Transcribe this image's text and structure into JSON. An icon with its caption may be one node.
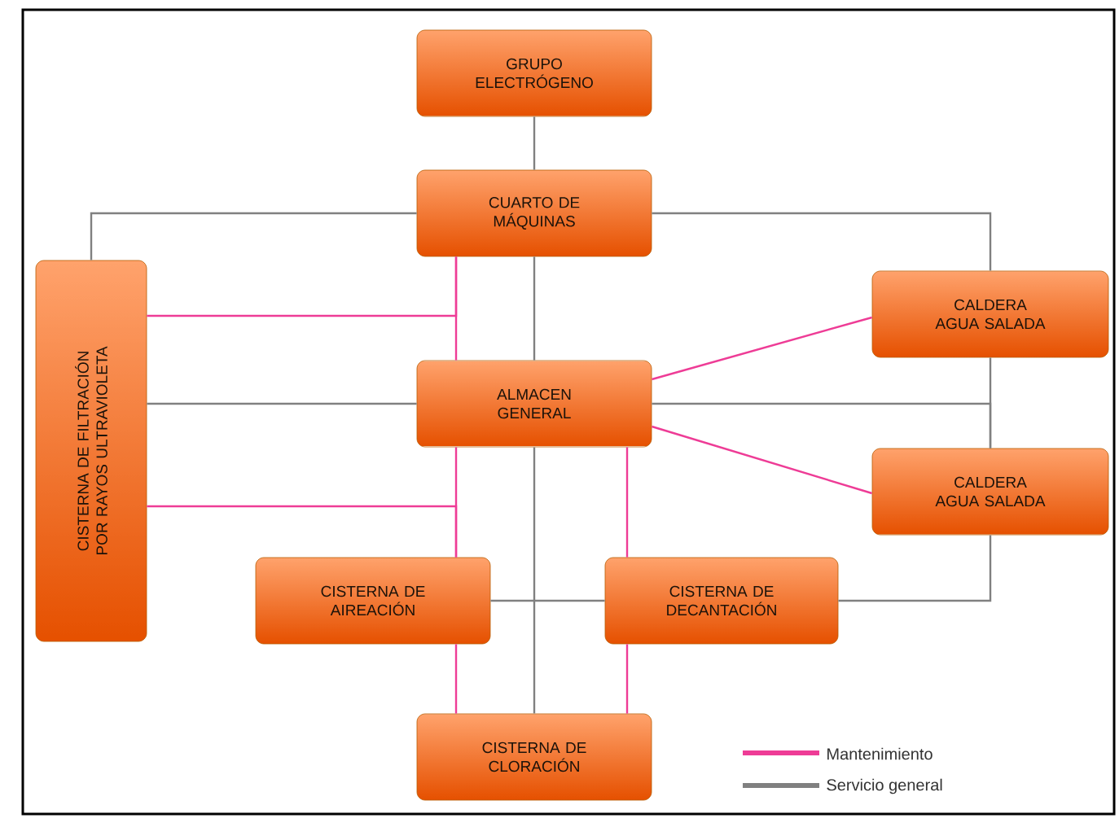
{
  "diagram": {
    "nodes": [
      {
        "text": [
          "GRUPO ELECTRÓGENO"
        ]
      },
      {
        "text": [
          "CUARTO DE MÁQUINAS"
        ]
      },
      {
        "text": [
          "CISTERNA DE FILTRACIÓN POR RAYOS ULTRAVIOLETA"
        ]
      },
      {
        "text": [
          "CALDERA AGUA SALADA"
        ]
      },
      {
        "text": [
          "ALMACEN GENERAL"
        ]
      },
      {
        "text": [
          "CALDERA AGUA SALADA"
        ]
      },
      {
        "text": [
          "CISTERNA DE AIREACIÓN"
        ]
      },
      {
        "text": [
          "CISTERNA DE DECANTACIÓN"
        ]
      },
      {
        "text": [
          "CISTERNA DE CLORACIÓN"
        ]
      }
    ],
    "edges": [
      {
        "from": 0,
        "to": 1,
        "arrow": "none"
      },
      {
        "from": 1,
        "to": 2,
        "arrow": "none"
      },
      {
        "from": 1,
        "to": 3,
        "arrow": "none"
      },
      {
        "from": 3,
        "to": 5,
        "arrow": "none"
      },
      {
        "from": 5,
        "to": 7,
        "arrow": "none"
      },
      {
        "from": 4,
        "to": 5,
        "arrow": "none"
      },
      {
        "from": 1,
        "to": 4,
        "arrow": "none"
      },
      {
        "from": 4,
        "to": 8,
        "arrow": "none"
      },
      {
        "from": 2,
        "to": 4,
        "arrow": "none"
      },
      {
        "from": 6,
        "to": 7,
        "arrow": "none"
      },
      {
        "from": 1,
        "to": 4,
        "arrow": "none",
        "color": "#ee3c96"
      },
      {
        "from": 2,
        "to": 1,
        "arrow": "none",
        "color": "#ee3c96"
      },
      {
        "from": 4,
        "to": 3,
        "arrow": "none",
        "color": "#ee3c96"
      },
      {
        "from": 4,
        "to": 5,
        "arrow": "none",
        "color": "#ee3c96"
      },
      {
        "from": 4,
        "to": 6,
        "arrow": "none",
        "color": "#ee3c96"
      },
      {
        "from": 2,
        "to": 6,
        "arrow": "none",
        "color": "#ee3c96"
      },
      {
        "from": 6,
        "to": 8,
        "arrow": "none",
        "color": "#ee3c96"
      },
      {
        "from": 4,
        "to": 7,
        "arrow": "none",
        "color": "#ee3c96"
      },
      {
        "from": 7,
        "to": 8,
        "arrow": "none",
        "color": "#ee3c96"
      }
    ],
    "legend": [
      {
        "text": "Mantenimiento",
        "color": "#ee3c96"
      },
      {
        "text": "Servicio general",
        "color": "#808080"
      }
    ]
  }
}
